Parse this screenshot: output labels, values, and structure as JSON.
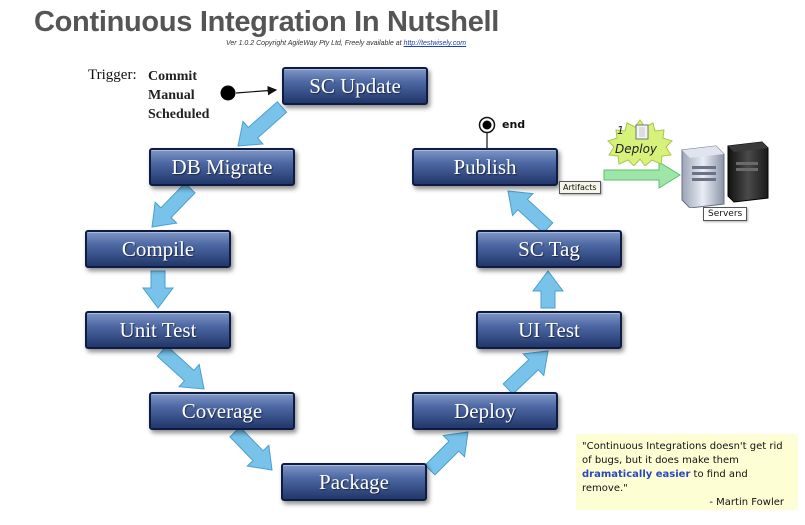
{
  "title": "Continuous Integration In Nutshell",
  "subtitle": {
    "text": "Ver 1.0.2  Copyright AgileWay Pty Ltd, Freely available at",
    "link": "http://testwisely.com"
  },
  "trigger": {
    "label": "Trigger:",
    "items": [
      "Commit",
      "Manual",
      "Scheduled"
    ]
  },
  "steps": [
    "SC Update",
    "DB Migrate",
    "Compile",
    "Unit Test",
    "Coverage",
    "Package",
    "Deploy",
    "UI Test",
    "SC Tag",
    "Publish"
  ],
  "end_label": "end",
  "artifacts_label": "Artifacts",
  "deploy_badge": {
    "count": "1",
    "label": "Deploy"
  },
  "servers_label": "Servers",
  "quote": {
    "part1": "\"Continuous Integrations doesn't get rid of bugs,  but it does make them",
    "highlight": "dramatically easier",
    "part2": " to find and remove.\"",
    "author": "- Martin Fowler"
  },
  "colors": {
    "step_fill": "#3d5893",
    "flow_arrow": "#79c3ea",
    "deploy_arrow": "#9ee6a8",
    "deploy_badge": "#d7f27a",
    "quote_background": "#fefed4",
    "quote_highlight": "#2a46c0"
  }
}
